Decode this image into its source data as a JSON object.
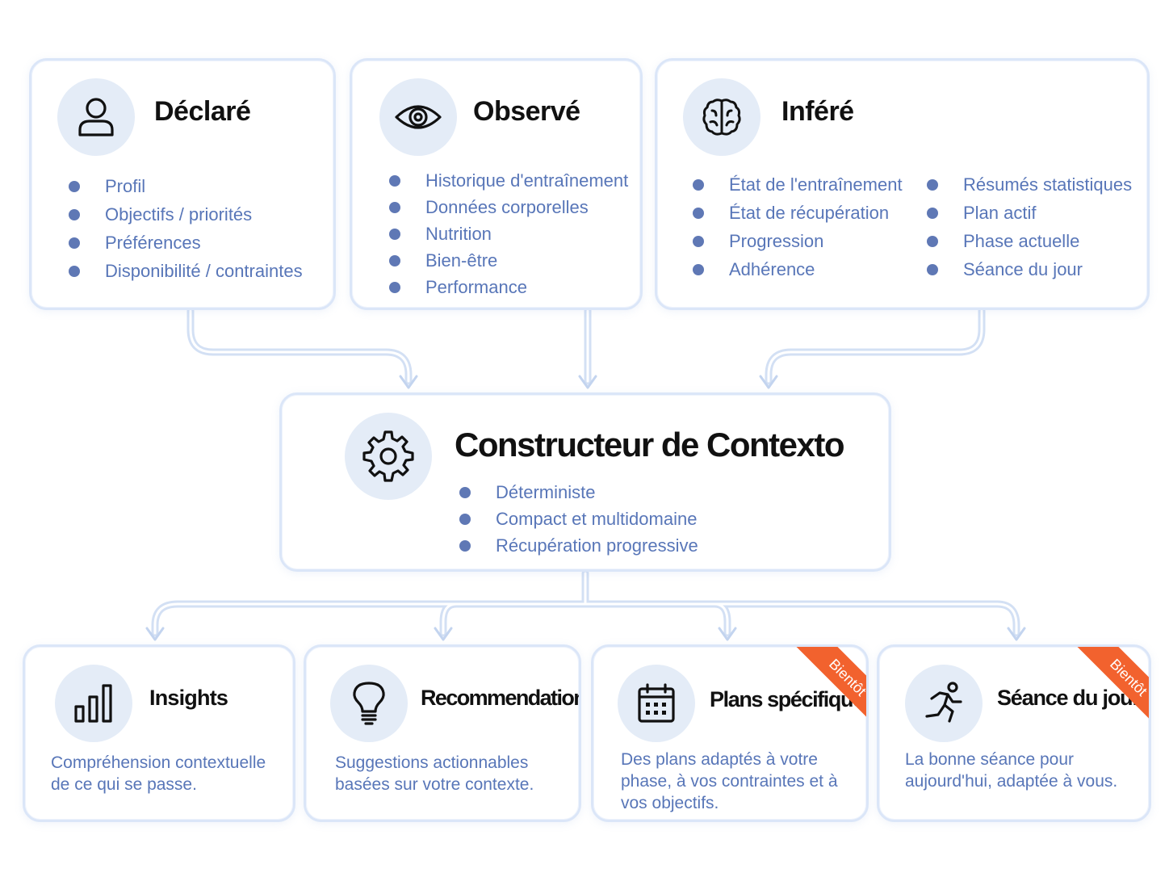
{
  "sources": {
    "declared": {
      "title": "Déclaré",
      "icon": "user-icon",
      "items": [
        "Profil",
        "Objectifs / priorités",
        "Préférences",
        "Disponibilité / contraintes"
      ]
    },
    "observed": {
      "title": "Observé",
      "icon": "eye-icon",
      "items": [
        "Historique d'entraînement",
        "Données corporelles",
        "Nutrition",
        "Bien-être",
        "Performance"
      ]
    },
    "inferred": {
      "title": "Inféré",
      "icon": "brain-icon",
      "items_left": [
        "État de l'entraînement",
        "État de récupération",
        "Progression",
        "Adhérence"
      ],
      "items_right": [
        "Résumés statistiques",
        "Plan actif",
        "Phase actuelle",
        "Séance du jour"
      ]
    }
  },
  "builder": {
    "title": "Constructeur de Contexto",
    "icon": "gear-icon",
    "items": [
      "Déterministe",
      "Compact et multidomaine",
      "Récupération progressive"
    ]
  },
  "outputs": [
    {
      "title": "Insights",
      "icon": "bar-chart-icon",
      "description": "Compréhension contextuelle de ce qui se passe.",
      "badge": ""
    },
    {
      "title": "Recommendations",
      "icon": "lightbulb-icon",
      "description": "Suggestions actionnables basées sur votre contexte.",
      "badge": ""
    },
    {
      "title": "Plans spécifiques",
      "icon": "calendar-icon",
      "description": "Des plans adaptés à votre phase, à vos contraintes et à vos objectifs.",
      "badge": "Bientôt"
    },
    {
      "title": "Séance du jour",
      "icon": "runner-icon",
      "description": "La bonne séance pour aujourd'hui, adaptée à vous.",
      "badge": "Bientôt"
    }
  ],
  "colors": {
    "accent_text": "#5876b8",
    "bullet": "#5f78b5",
    "card_border": "#dbe6f8",
    "icon_background": "#e4ecf7",
    "connector": "#cfdcf2",
    "badge": "#f2622e"
  }
}
